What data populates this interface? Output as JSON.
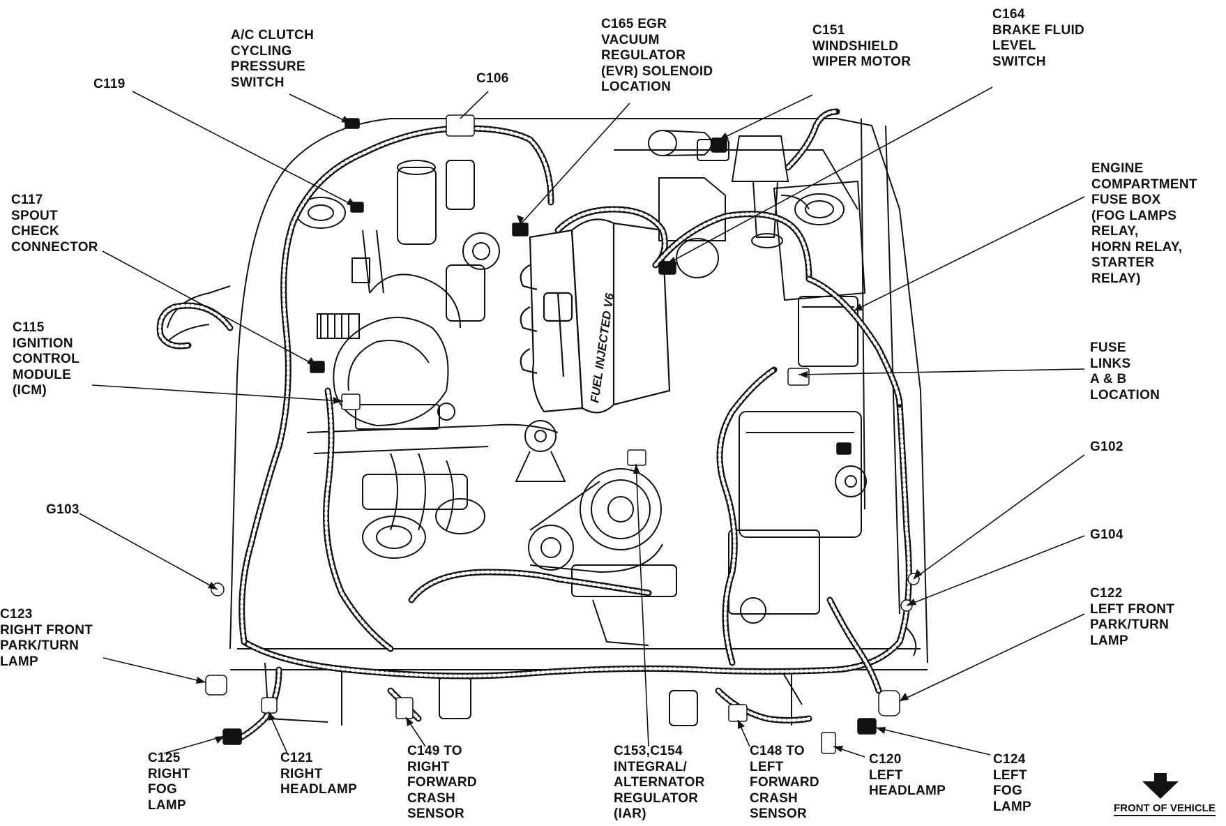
{
  "callouts": {
    "c119": "C119",
    "ac_clutch": "A/C CLUTCH\nCYCLING\nPRESSURE\nSWITCH",
    "c106": "C106",
    "c165": "C165 EGR\nVACUUM\nREGULATOR\n(EVR) SOLENOID\nLOCATION",
    "c151": "C151\nWINDSHIELD\nWIPER MOTOR",
    "c164": "C164\nBRAKE FLUID\nLEVEL\nSWITCH",
    "engine_fuse_box": "ENGINE\nCOMPARTMENT\nFUSE BOX\n(FOG LAMPS\nRELAY,\nHORN RELAY,\nSTARTER\nRELAY)",
    "c117": "C117\nSPOUT\nCHECK\nCONNECTOR",
    "c115": "C115\nIGNITION\nCONTROL\nMODULE\n(ICM)",
    "fuse_links": "FUSE\nLINKS\nA & B\nLOCATION",
    "g102": "G102",
    "g103": "G103",
    "g104": "G104",
    "c123": "C123\nRIGHT FRONT\nPARK/TURN\nLAMP",
    "c122": "C122\nLEFT FRONT\nPARK/TURN\nLAMP",
    "c125": "C125\nRIGHT\nFOG\nLAMP",
    "c121": "C121\nRIGHT\nHEADLAMP",
    "c149": "C149 TO\nRIGHT\nFORWARD\nCRASH\nSENSOR",
    "c153": "C153,C154\nINTEGRAL/\nALTERNATOR\nREGULATOR\n(IAR)",
    "c148": "C148 TO\nLEFT\nFORWARD\nCRASH\nSENSOR",
    "c120": "C120\nLEFT\nHEADLAMP",
    "c124": "C124\nLEFT\nFOG\nLAMP"
  },
  "front_of_vehicle": "FRONT OF VEHICLE",
  "engine_badge": "FUEL INJECTED V6",
  "arrow_icon": "down-arrow-icon",
  "colors": {
    "ink": "#111111",
    "paper": "#ffffff"
  }
}
